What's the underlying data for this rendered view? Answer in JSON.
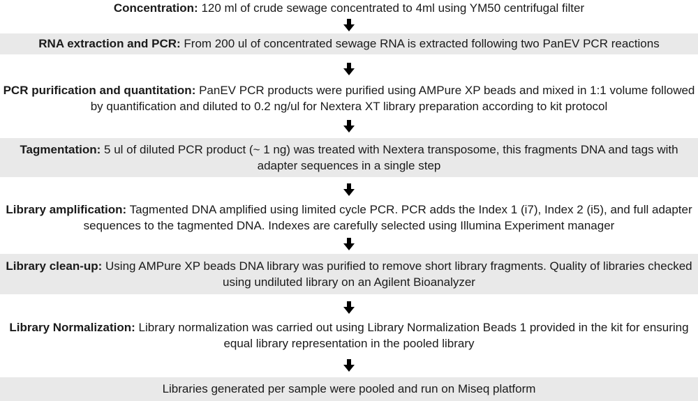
{
  "steps": [
    {
      "title": "Concentration:",
      "text": " 120 ml of crude sewage concentrated to 4ml using YM50 centrifugal filter"
    },
    {
      "title": "RNA extraction and PCR:",
      "text": " From 200 ul of concentrated sewage RNA is extracted following two PanEV PCR reactions"
    },
    {
      "title": "PCR purification and quantitation:",
      "text": " PanEV PCR products were purified using AMPure XP beads and mixed in 1:1 volume followed by quantification and diluted to 0.2 ng/ul for Nextera XT library preparation according to kit protocol"
    },
    {
      "title": "Tagmentation:",
      "text": " 5 ul of diluted PCR product (~ 1 ng) was treated with Nextera transposome, this fragments DNA and tags with adapter sequences in a single step"
    },
    {
      "title": "Library amplification:",
      "text": "  Tagmented DNA amplified using limited cycle PCR. PCR adds the Index 1 (i7), Index 2 (i5), and full adapter sequences to the tagmented DNA. Indexes are carefully selected using Illumina Experiment manager"
    },
    {
      "title": "Library clean-up:",
      "text": " Using AMPure XP beads DNA library was purified to remove short library fragments. Quality of libraries checked using undiluted library on an Agilent Bioanalyzer"
    },
    {
      "title": "Library Normalization:",
      "text": " Library normalization was carried out using Library Normalization Beads 1 provided in the kit for ensuring equal library representation in the pooled library"
    },
    {
      "title": "",
      "text": "Libraries generated per sample were pooled and run on Miseq platform"
    }
  ]
}
